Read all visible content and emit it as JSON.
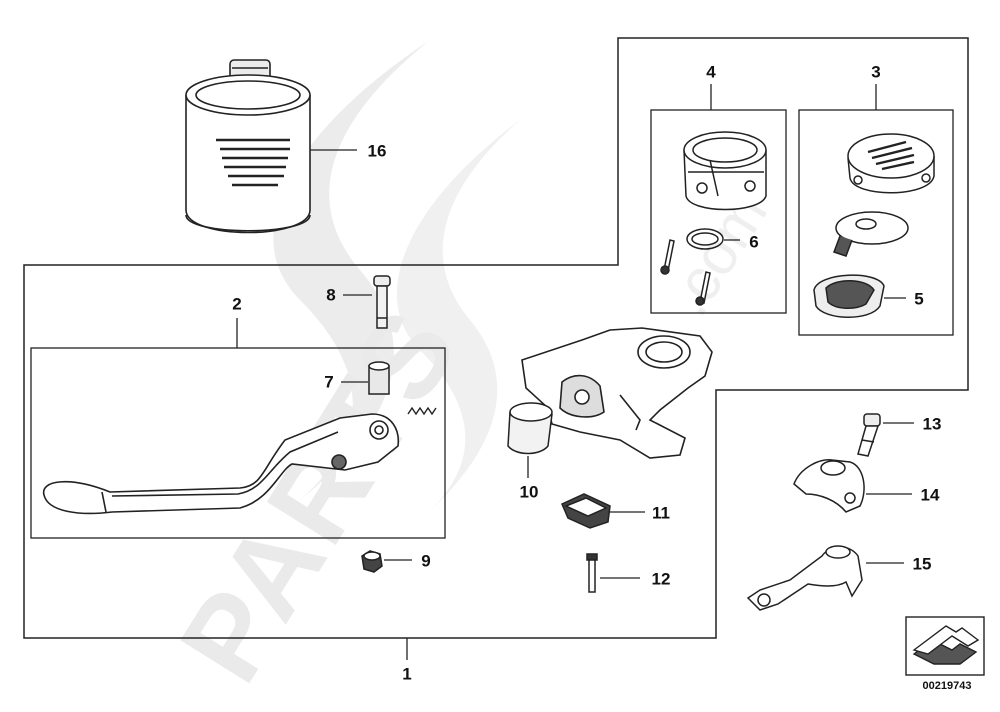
{
  "diagram": {
    "drawing_code": "00219743",
    "watermark_text": "PARTS.com",
    "colors": {
      "line": "#222222",
      "fill": "#ffffff",
      "shade": "#d9d9d9",
      "watermark": "#e6e6e6"
    }
  },
  "parts": [
    {
      "callout": "1",
      "name": "clutch lever assembly"
    },
    {
      "callout": "2",
      "name": "lever"
    },
    {
      "callout": "3",
      "name": "reservoir cap set"
    },
    {
      "callout": "4",
      "name": "reservoir"
    },
    {
      "callout": "5",
      "name": "diaphragm"
    },
    {
      "callout": "6",
      "name": "o-ring"
    },
    {
      "callout": "7",
      "name": "bushing"
    },
    {
      "callout": "8",
      "name": "pivot bolt"
    },
    {
      "callout": "9",
      "name": "nut"
    },
    {
      "callout": "10",
      "name": "rubber boot"
    },
    {
      "callout": "11",
      "name": "switch"
    },
    {
      "callout": "12",
      "name": "screw"
    },
    {
      "callout": "13",
      "name": "screw"
    },
    {
      "callout": "14",
      "name": "clamp"
    },
    {
      "callout": "15",
      "name": "bracket"
    },
    {
      "callout": "16",
      "name": "brake fluid can"
    }
  ]
}
